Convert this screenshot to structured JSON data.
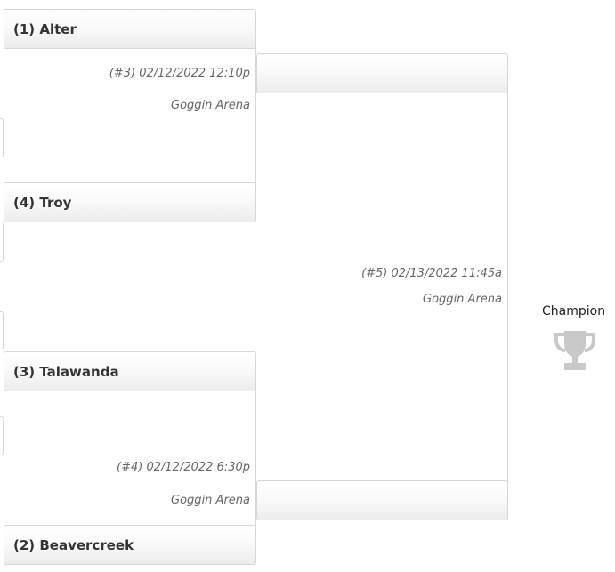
{
  "bracket": {
    "round1": {
      "game3": {
        "top_team": "(1) Alter",
        "bottom_team": "(4) Troy",
        "schedule": "(#3) 02/12/2022 12:10p",
        "venue": "Goggin Arena"
      },
      "game4": {
        "top_team": "(3) Talawanda",
        "bottom_team": "(2) Beavercreek",
        "schedule": "(#4) 02/12/2022 6:30p",
        "venue": "Goggin Arena"
      }
    },
    "final": {
      "schedule": "(#5) 02/13/2022 11:45a",
      "venue": "Goggin Arena",
      "top_team": "",
      "bottom_team": ""
    },
    "champion": {
      "label": "Champion",
      "icon": "trophy-icon",
      "icon_color": "#c8c8c8"
    }
  },
  "colors": {
    "border": "#d6d6d6",
    "team_text": "#333333",
    "meta_text": "#666666"
  }
}
